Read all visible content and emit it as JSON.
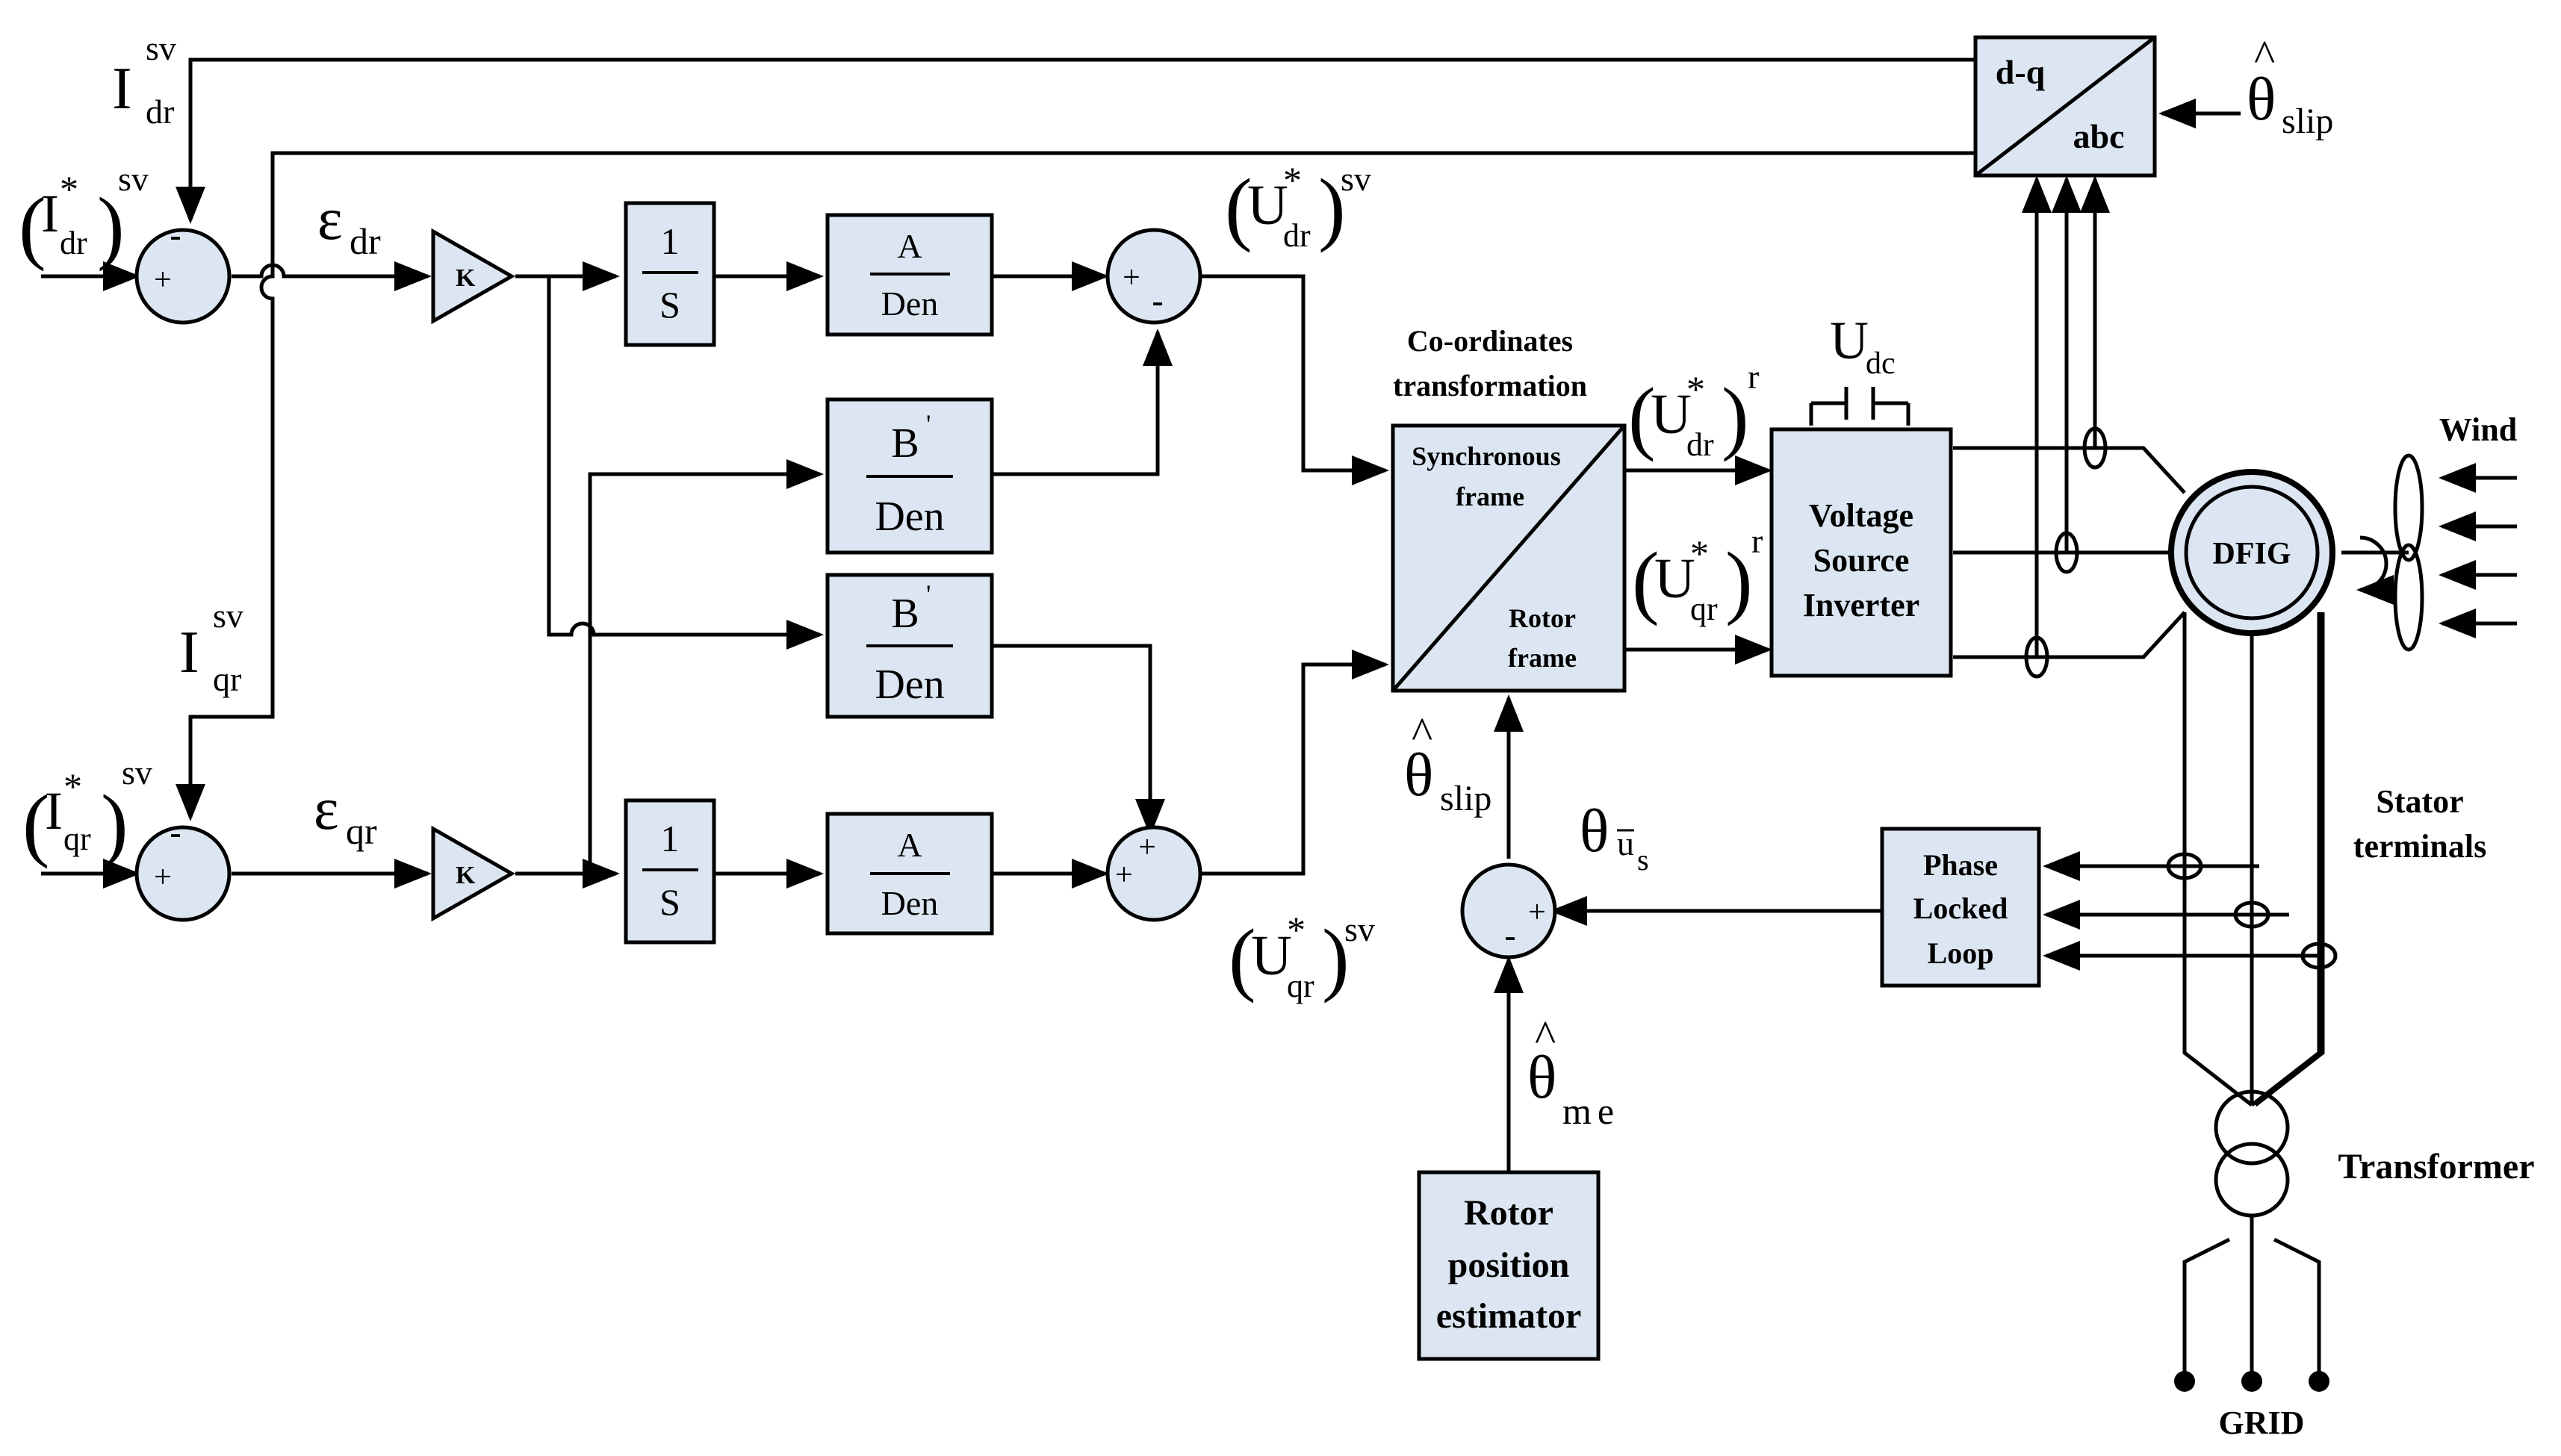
{
  "colors": {
    "block_fill": "#dce6f2",
    "line": "#000000",
    "background": "#ffffff"
  },
  "labels": {
    "idr_sv": "I",
    "idr_sv_sub": "dr",
    "idr_sv_sup": "sv",
    "idr_ref": "I",
    "idr_ref_sub": "dr",
    "idr_ref_sup": "sv",
    "iqr_sv": "I",
    "iqr_sv_sub": "qr",
    "iqr_sv_sup": "sv",
    "iqr_ref": "I",
    "iqr_ref_sub": "qr",
    "iqr_ref_sup": "sv",
    "eps_dr": "ε",
    "eps_dr_sub": "dr",
    "eps_qr": "ε",
    "eps_qr_sub": "qr",
    "udr_sv": "U",
    "udr_sv_sub": "dr",
    "udr_sv_sup": "sv",
    "uqr_sv": "U",
    "uqr_sv_sub": "qr",
    "uqr_sv_sup": "sv",
    "udr_r": "U",
    "udr_r_sub": "dr",
    "udr_r_sup": "r",
    "uqr_r": "U",
    "uqr_r_sub": "qr",
    "uqr_r_sup": "r",
    "udc": "U",
    "udc_sub": "dc",
    "theta_slip_top": "θ",
    "theta_slip_top_sub": "slip",
    "theta_slip_mid": "θ",
    "theta_slip_mid_sub": "slip",
    "theta_us": "θ",
    "theta_us_sub": "u",
    "theta_us_sub2": "s",
    "theta_me": "θ",
    "theta_me_sub": "me",
    "coord_title_1": "Co-ordinates",
    "coord_title_2": "transformation",
    "wind": "Wind",
    "stator_1": "Stator",
    "stator_2": "terminals",
    "transformer": "Transformer",
    "grid": "GRID"
  },
  "signs": {
    "plus": "+",
    "minus": "-"
  },
  "blocks": {
    "gain_k": "K",
    "integ_num": "1",
    "integ_den": "S",
    "a_num": "A",
    "a_den": "Den",
    "b_num": "B",
    "b_prime": "'",
    "b_den": "Den",
    "dq_top": "d-q",
    "dq_bottom": "abc",
    "sync_1": "Synchronous",
    "sync_2": "frame",
    "rotor_1": "Rotor",
    "rotor_2": "frame",
    "vsi_1": "Voltage",
    "vsi_2": "Source",
    "vsi_3": "Inverter",
    "dfig": "DFIG",
    "pll_1": "Phase",
    "pll_2": "Locked",
    "pll_3": "Loop",
    "rpe_1": "Rotor",
    "rpe_2": "position",
    "rpe_3": "estimator"
  }
}
